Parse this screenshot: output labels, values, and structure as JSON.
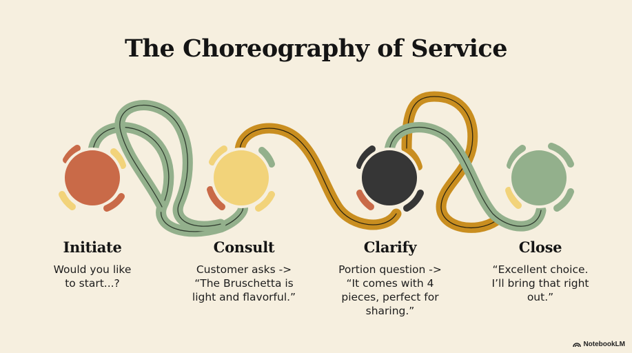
{
  "title": "The Choreography of Service",
  "colors": {
    "background": "#f6efdf",
    "terracotta": "#c96a48",
    "mustard": "#f2d37a",
    "charcoal": "#363636",
    "sage": "#93b08c",
    "ochre": "#c98e20"
  },
  "steps": [
    {
      "label": "Initiate",
      "description": "Would you like\nto start...?",
      "node_color": "terracotta"
    },
    {
      "label": "Consult",
      "description": "Customer asks ->\n“The Bruschetta is\nlight and flavorful.”",
      "node_color": "mustard"
    },
    {
      "label": "Clarify",
      "description": "Portion question ->\n“It comes with 4\npieces, perfect for\nsharing.”",
      "node_color": "charcoal"
    },
    {
      "label": "Close",
      "description": "“Excellent choice.\nI’ll bring that right\nout.”",
      "node_color": "sage"
    }
  ],
  "watermark": {
    "icon": "notebooklm-logo-icon",
    "text": "NotebookLM"
  }
}
